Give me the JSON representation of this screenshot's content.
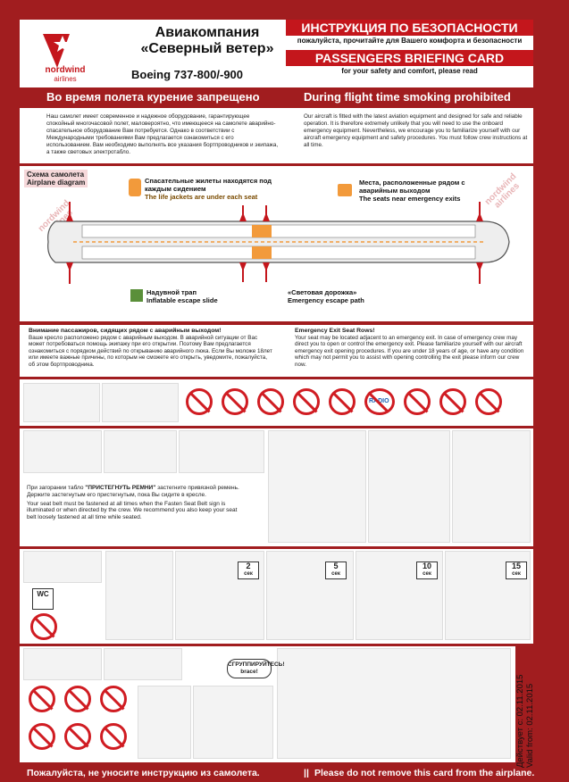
{
  "header": {
    "logo_word": "nordwind",
    "logo_sub": "airlines",
    "airline_ru_line1": "Авиакомпания",
    "airline_ru_line2": "«Северный ветер»",
    "aircraft": "Boeing 737-800/-900",
    "title_ru": "ИНСТРУКЦИЯ ПО БЕЗОПАСНОСТИ",
    "subtitle_ru": "пожалуйста, прочитайте для Вашего комфорта и безопасности",
    "title_en": "PASSENGERS BRIEFING CARD",
    "subtitle_en": "for your safety and comfort, please read"
  },
  "smoking": {
    "ru": "Во время полета курение запрещено",
    "en": "During flight time smoking prohibited"
  },
  "intro": {
    "ru": "Наш самолет имеет современное и надежное оборудование, гарантирующее спокойный многочасовой полет, маловероятно, что имеющееся на самолете аварийно-спасательное оборудование Вам потребуется. Однако в соответствии с Международными требованиями Вам предлагается ознакомиться с его использованием. Вам необходимо выполнять все указания бортпроводников и экипажа, а также световых электротабло.",
    "en": "Our aircraft is fitted with the latest aviation equipment and designed for safe and reliable operation. It is therefore extremely unlikely that you will need to use the onboard emergency equipment. Nevertheless, we encourage you to familiarize yourself with our aircraft emergency equipment and safety procedures. You must follow crew instructions at all time."
  },
  "diagram": {
    "title_ru": "Схема самолета",
    "title_en": "Airplane diagram",
    "vests_ru": "Спасательные жилеты находятся под каждым сидением",
    "vests_en": "The life jackets are under each seat",
    "exit_seats_ru": "Места, расположенные рядом с аварийным выходом",
    "exit_seats_en": "The seats near emergency exits",
    "slide_ru": "Надувной трап",
    "slide_en": "Inflatable escape slide",
    "path_ru": "«Световая дорожка»",
    "path_en": "Emergency escape path"
  },
  "exit_rows": {
    "ru_title": "Внимание пассажиров, сидящих рядом с аварийным выходом!",
    "ru": "Ваше кресло расположено рядом с аварийным выходом. В аварийной ситуации от Вас может потребоваться помощь экипажу при его открытии. Поэтому Вам предлагается ознакомиться с порядком действий по открыванию аварийного люка. Если Вы моложе 18лет или имеете важные причины, по которым не сможете его открыть, уведомите, пожалуйста, об этом бортпроводника.",
    "en_title": "Emergency Exit Seat Rows!",
    "en": "Your seat may be located adjacent to an emergency exit. In case of emergency crew may direct you to open or control the emergency exit. Please familiarize yourself with our aircraft emergency exit opening procedures. If you are under 18 years of age, or have any condition which may not permit you to assist with opening controlling the exit please inform our crew now."
  },
  "devices": {
    "radio": "RADIO"
  },
  "seatbelt": {
    "ru_lead": "При загорании табло ",
    "ru_sign": "\"ПРИСТЕГНУТЬ РЕМНИ\"",
    "ru_rest": " застегните привязной ремень. Держите застегнутым его пристегнутым, пока Вы сидите в кресле.",
    "en": "Your seat belt must be fastened at all times when the Fasten Seat Belt sign is illuminated or when directed by the crew. We recommend you also keep your seat belt loosely fastened at all time while seated."
  },
  "oxygen": {
    "wc": "WC",
    "steps": [
      {
        "n": "2",
        "unit": "сек"
      },
      {
        "n": "5",
        "unit": "сек"
      },
      {
        "n": "10",
        "unit": "сек"
      },
      {
        "n": "15",
        "unit": "сек"
      }
    ]
  },
  "brace": {
    "ru": "СГРУППИРУЙТЕСЬ!",
    "en": "brace!"
  },
  "validity": {
    "ru": "Действует с: 02.11.2015",
    "en": "Valid from: 02.11.2015"
  },
  "footer": {
    "ru": "Пожалуйста, не уносите инструкцию из самолета.",
    "sep": "||",
    "en": "Please do not remove this card from the airplane."
  },
  "colors": {
    "border_red": "#a11d1f",
    "accent_red": "#c4161c",
    "exit_orange": "#f29a3b"
  }
}
